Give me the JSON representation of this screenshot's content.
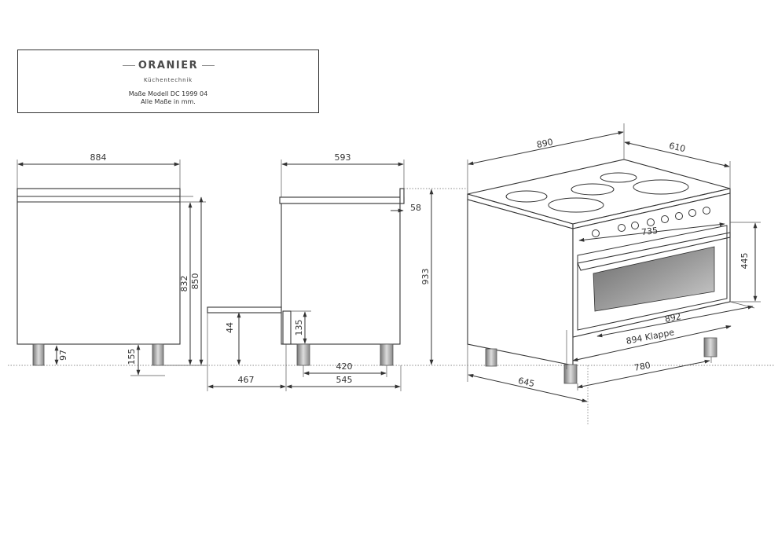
{
  "header": {
    "brand": "ORANIER",
    "subtitle": "Küchentechnik",
    "model_line": "Maße Modell DC 1999 04",
    "units_line": "Alle Maße in mm."
  },
  "dimensions": {
    "front_width": "884",
    "front_height_832": "832",
    "front_height_850": "850",
    "front_foot_97": "97",
    "front_foot_155": "155",
    "side_depth_593": "593",
    "side_58": "58",
    "side_933": "933",
    "side_44": "44",
    "side_135": "135",
    "side_420": "420",
    "side_467": "467",
    "side_545": "545",
    "iso_890": "890",
    "iso_610": "610",
    "iso_735": "735",
    "iso_445": "445",
    "iso_892": "892",
    "iso_894": "894 Klappe",
    "iso_780": "780",
    "iso_645": "645"
  }
}
